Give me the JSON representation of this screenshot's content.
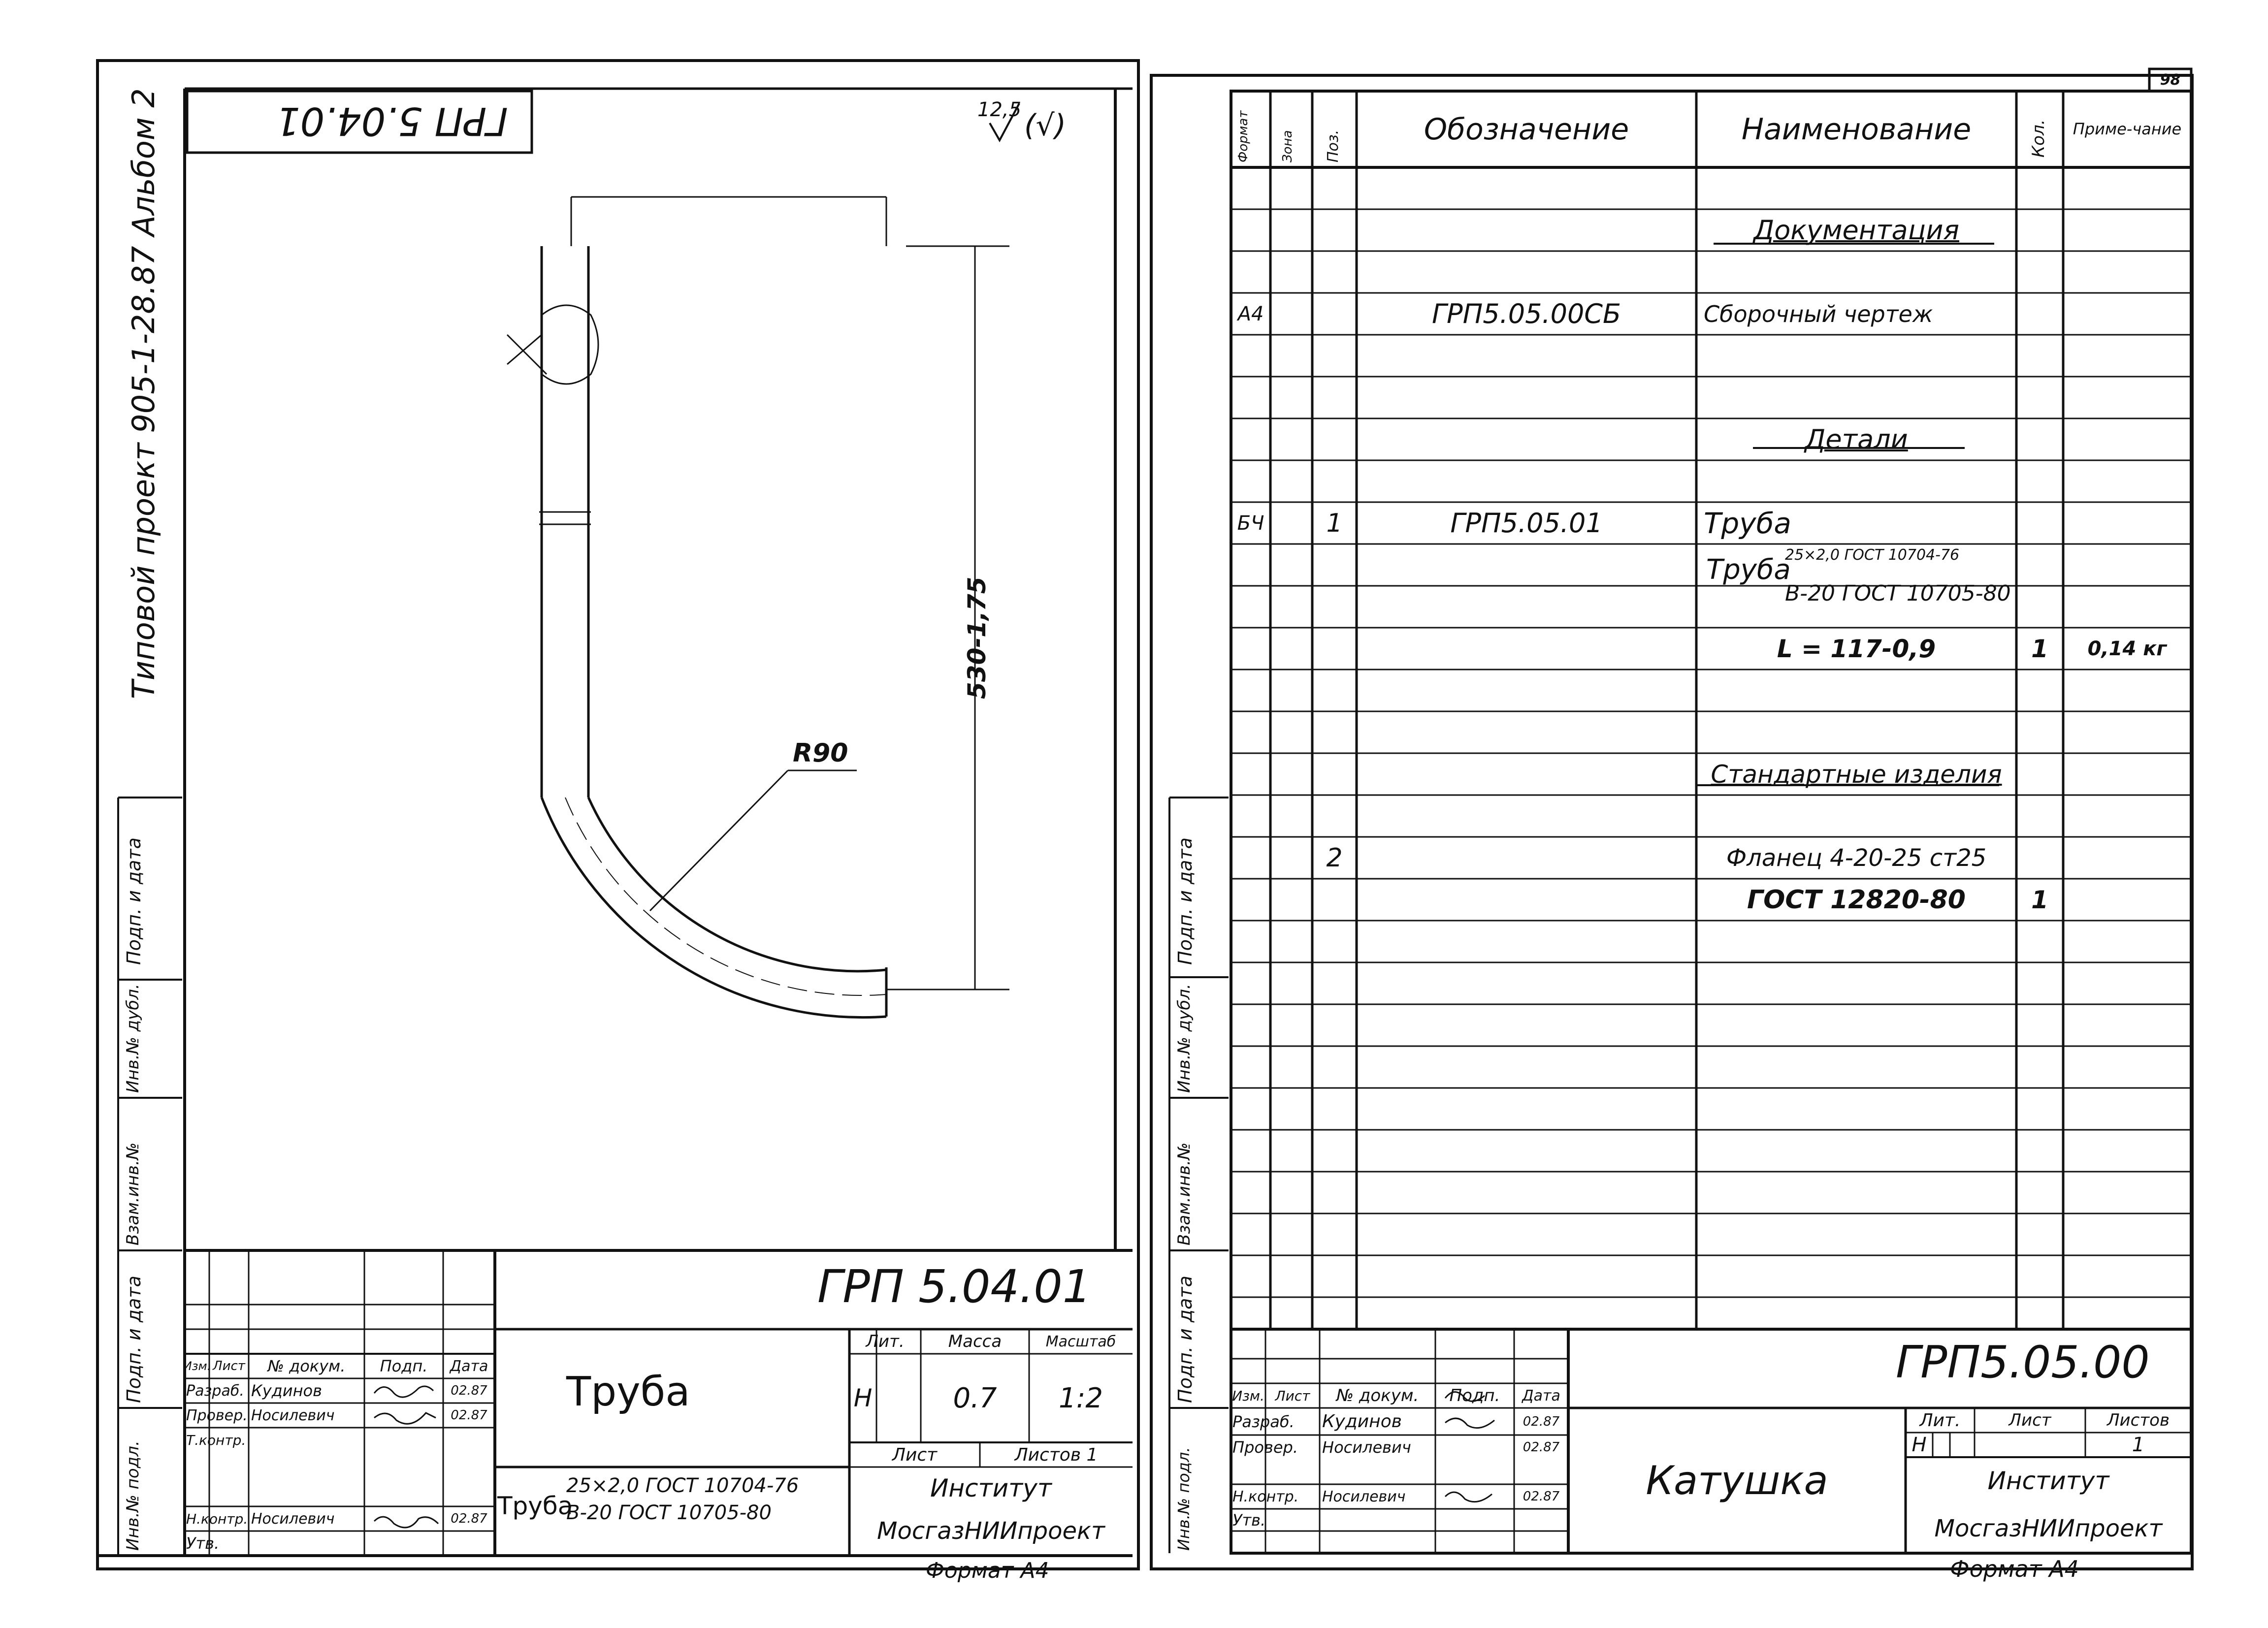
{
  "left_sheet": {
    "top_label": "ГРП 5.04.01",
    "roughness": {
      "value": "12,5",
      "mark": "(√)"
    },
    "radius_label": "R90",
    "length_label": "530-1,75",
    "side_strip": [
      "Типовой проект 905-1-28.87 Альбом 2",
      "Подп. и дата",
      "Инв.№ дубл.",
      "Взам.инв.№",
      "Подп. и дата",
      "Инв.№ подл."
    ],
    "title_block": {
      "designation": "ГРП 5.04.01",
      "name": "Труба",
      "material_prefix": "Труба",
      "material_top": "25×2,0 ГОСТ 10704-76",
      "material_bottom": "В-20 ГОСТ 10705-80",
      "hdr_lit": "Лит.",
      "hdr_mass": "Масса",
      "hdr_scale": "Масштаб",
      "lit": "Н",
      "mass": "0.7",
      "scale": "1:2",
      "sheet_label": "Лист",
      "sheets_label": "Листов 1",
      "org_1": "Институт",
      "org_2": "МосгазНИИпроект",
      "format": "Формат А4",
      "sig_hdr": [
        "Изм.",
        "Лист",
        "№ докум.",
        "Подп.",
        "Дата"
      ],
      "roles": [
        {
          "role": "Разраб.",
          "name": "Кудинов",
          "date": "02.87"
        },
        {
          "role": "Провер.",
          "name": "Носилевич",
          "date": "02.87"
        },
        {
          "role": "Т.контр.",
          "name": "",
          "date": ""
        },
        {
          "role": "Н.контр.",
          "name": "Носилевич",
          "date": "02.87"
        },
        {
          "role": "Утв.",
          "name": "",
          "date": ""
        }
      ]
    }
  },
  "right_sheet": {
    "page_number": "98",
    "columns": [
      "Формат",
      "Зона",
      "Поз.",
      "Обозначение",
      "Наименование",
      "Кол.",
      "Приме-чание"
    ],
    "rows": [
      {
        "fmt": "",
        "pos": "",
        "des": "",
        "name": "Документация",
        "qty": "",
        "note": "",
        "section": true
      },
      {
        "fmt": "А4",
        "pos": "",
        "des": "ГРП5.05.00СБ",
        "name": "Сборочный чертеж",
        "qty": "",
        "note": ""
      },
      {
        "fmt": "",
        "pos": "",
        "des": "",
        "name": "Детали",
        "qty": "",
        "note": "",
        "section": true
      },
      {
        "fmt": "БЧ",
        "pos": "1",
        "des": "ГРП5.05.01",
        "name": "Труба",
        "qty": "",
        "note": ""
      },
      {
        "fmt": "",
        "pos": "",
        "des": "",
        "name": "L = 117-0,9",
        "qty": "1",
        "note": "0,14 кг"
      },
      {
        "fmt": "",
        "pos": "",
        "des": "",
        "name": "Стандартные изделия",
        "qty": "",
        "note": "",
        "section": true
      },
      {
        "fmt": "",
        "pos": "2",
        "des": "",
        "name": "Фланец 4-20-25 ст25",
        "qty": "",
        "note": ""
      },
      {
        "fmt": "",
        "pos": "",
        "des": "",
        "name": "ГОСТ 12820-80",
        "qty": "1",
        "note": ""
      }
    ],
    "pipe_material": {
      "prefix": "Труба",
      "top": "25×2,0 ГОСТ 10704-76",
      "bottom": "В-20 ГОСТ 10705-80"
    },
    "side_strip": [
      "Подп. и дата",
      "Инв.№ дубл.",
      "Взам.инв.№",
      "Подп. и дата",
      "Инв.№ подл."
    ],
    "title_block": {
      "designation": "ГРП5.05.00",
      "name": "Катушка",
      "hdr_lit": "Лит.",
      "hdr_sheet": "Лист",
      "hdr_sheets": "Листов",
      "lit": "Н",
      "sheets": "1",
      "org_1": "Институт",
      "org_2": "МосгазНИИпроект",
      "format": "Формат А4",
      "sig_hdr": [
        "Изм.",
        "Лист",
        "№ докум.",
        "Подп.",
        "Дата"
      ],
      "roles": [
        {
          "role": "Разраб.",
          "name": "Кудинов",
          "date": "02.87"
        },
        {
          "role": "Провер.",
          "name": "Носилевич",
          "date": "02.87"
        },
        {
          "role": "Н.контр.",
          "name": "Носилевич",
          "date": "02.87"
        },
        {
          "role": "Утв.",
          "name": "",
          "date": ""
        }
      ]
    }
  }
}
